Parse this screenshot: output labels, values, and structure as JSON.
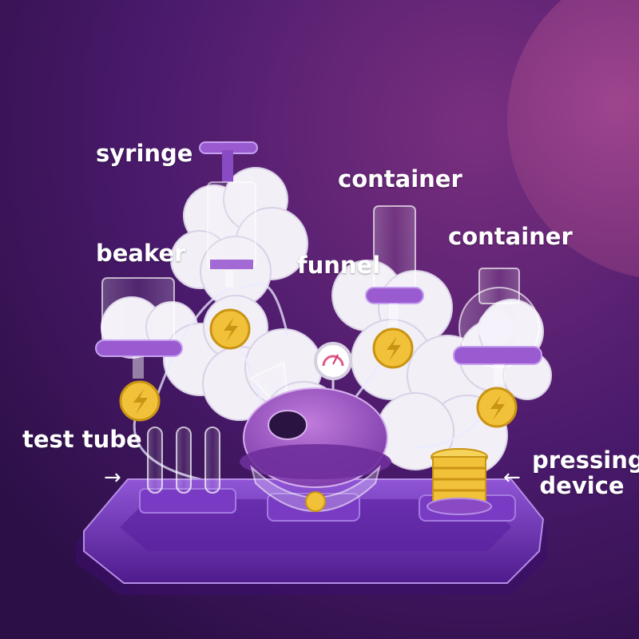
{
  "labels": {
    "syringe": "syringe",
    "container_1": "container",
    "container_2": "container",
    "beaker": "beaker",
    "funnel": "funnel",
    "test_tube": "test tube",
    "pressing_line1": "pressing",
    "pressing_line2": "device"
  },
  "arrows": {
    "left": "→",
    "right": "←"
  },
  "colors": {
    "background": "#3a1257",
    "planet": "#8a3c86",
    "base_purple": "#6b2aa6",
    "accent_purple": "#9a5bd0",
    "valve_yellow": "#f2c13a",
    "cloud_white": "#f1eef6"
  }
}
